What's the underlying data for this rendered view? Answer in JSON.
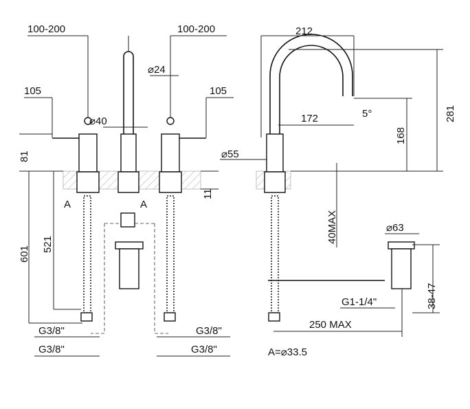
{
  "front_view": {
    "spacing_left": "100-200",
    "spacing_right": "100-200",
    "spout_diameter": "⌀24",
    "handle_left": "105",
    "handle_right": "105",
    "body_diameter": "⌀40",
    "height_above_deck": "81",
    "deck_thickness": "11",
    "total_below": "601",
    "hose_length": "521",
    "section_a_left": "A",
    "section_a_right": "A",
    "connection_left_1": "G3/8\"",
    "connection_left_2": "G3/8\"",
    "connection_right_1": "G3/8\"",
    "connection_right_2": "G3/8\""
  },
  "side_view": {
    "reach": "212",
    "spout_outlet_reach": "172",
    "angle": "5°",
    "outlet_height": "168",
    "total_height": "281",
    "base_diameter": "⌀55",
    "max_deck": "40MAX",
    "waste_diameter": "⌀63",
    "waste_thread": "G1-1/4\"",
    "waste_range": "38-47",
    "rod_length": "250 MAX",
    "section_note": "A=⌀33.5"
  }
}
